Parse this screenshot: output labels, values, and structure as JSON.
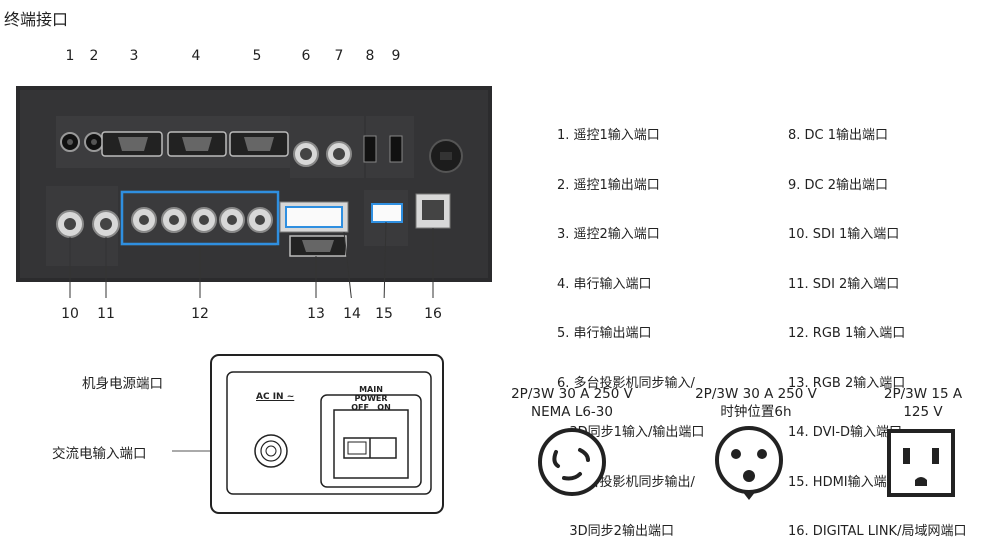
{
  "title": "终端接口",
  "top_numbers": [
    "1",
    "2",
    "3",
    "4",
    "5",
    "6",
    "7",
    "8",
    "9"
  ],
  "bottom_numbers": [
    "10",
    "11",
    "12",
    "13",
    "14",
    "15",
    "16"
  ],
  "legend_left": [
    "1. 遥控1输入端口",
    "2. 遥控1输出端口",
    "3. 遥控2输入端口",
    "4. 串行输入端口",
    "5. 串行输出端口",
    "6. 多台投影机同步输入/",
    "   3D同步1输入/输出端口",
    "7. 多台投影机同步输出/",
    "   3D同步2输出端口"
  ],
  "legend_right": [
    "8. DC 1输出端口",
    "9. DC 2输出端口",
    "10. SDI 1输入端口",
    "11. SDI 2输入端口",
    "12. RGB 1输入端口",
    "13. RGB 2输入端口",
    "14. DVI-D输入端口",
    "15. HDMI输入端口",
    "16. DIGITAL LINK/局域网端口"
  ],
  "power": {
    "body_label": "机身电源端口",
    "ac_label": "交流电输入端口",
    "panel_ac_in": "AC IN ~",
    "panel_main_power": "MAIN POWER",
    "panel_off": "OFF",
    "panel_on": "ON"
  },
  "outlets": [
    {
      "line1": "2P/3W 30 A 250 V",
      "line2": "NEMA L6-30"
    },
    {
      "line1": "2P/3W 30 A 250 V",
      "line2": "时钟位置6h"
    },
    {
      "line1": "2P/3W 15 A",
      "line2": "125 V"
    }
  ]
}
